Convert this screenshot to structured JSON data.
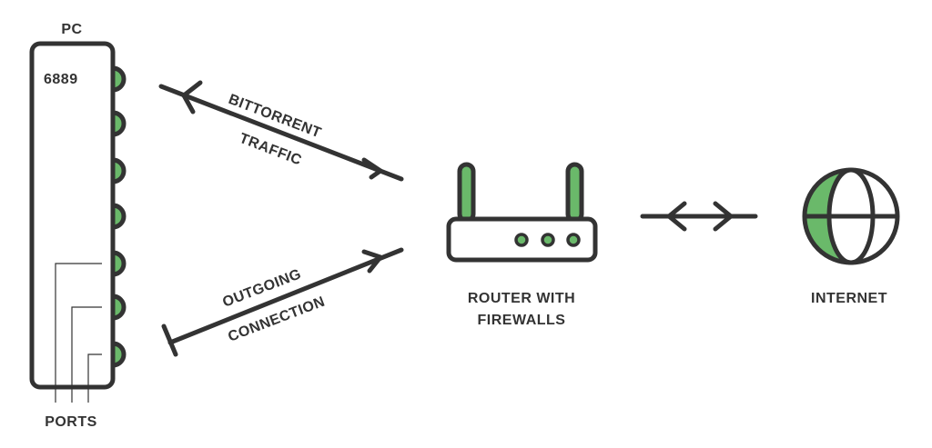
{
  "colors": {
    "stroke": "#333333",
    "accent": "#6ab96a",
    "background": "#ffffff"
  },
  "labels": {
    "pc": "PC",
    "port_number": "6889",
    "ports": "PORTS",
    "bittorrent": "BITTORRENT",
    "traffic": "TRAFFIC",
    "outgoing": "OUTGOING",
    "connection": "CONNECTION",
    "router_line1": "ROUTER WITH",
    "router_line2": "FIREWALLS",
    "internet": "INTERNET"
  },
  "icons": [
    "pc-icon",
    "port-icon",
    "router-icon",
    "antenna-icon",
    "globe-icon",
    "double-arrow-icon"
  ]
}
